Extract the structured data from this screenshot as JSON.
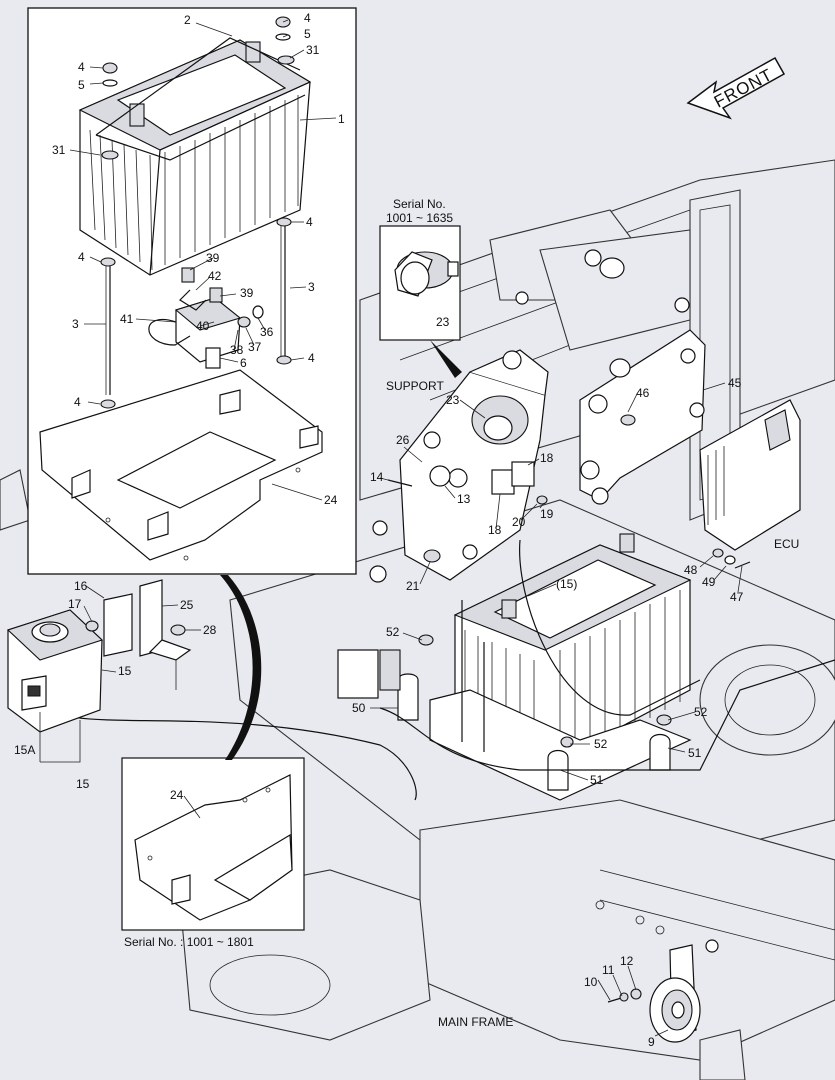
{
  "labels": {
    "front": "FRONT",
    "support": "SUPPORT",
    "ecu": "ECU",
    "main_frame": "MAIN FRAME",
    "serial_note_1": "Serial No.",
    "serial_note_1_range": "1001 ~ 1635",
    "serial_note_2": "Serial No. : 1001 ~ 1801"
  },
  "callouts": [
    {
      "id": "c1",
      "text": "1"
    },
    {
      "id": "c2",
      "text": "2"
    },
    {
      "id": "c3a",
      "text": "3"
    },
    {
      "id": "c3b",
      "text": "3"
    },
    {
      "id": "c4a",
      "text": "4"
    },
    {
      "id": "c4b",
      "text": "4"
    },
    {
      "id": "c4c",
      "text": "4"
    },
    {
      "id": "c4d",
      "text": "4"
    },
    {
      "id": "c4e",
      "text": "4"
    },
    {
      "id": "c4f",
      "text": "4"
    },
    {
      "id": "c5a",
      "text": "5"
    },
    {
      "id": "c5b",
      "text": "5"
    },
    {
      "id": "c31a",
      "text": "31"
    },
    {
      "id": "c31b",
      "text": "31"
    },
    {
      "id": "c39a",
      "text": "39"
    },
    {
      "id": "c39b",
      "text": "39"
    },
    {
      "id": "c42",
      "text": "42"
    },
    {
      "id": "c41",
      "text": "41"
    },
    {
      "id": "c40",
      "text": "40"
    },
    {
      "id": "c36",
      "text": "36"
    },
    {
      "id": "c37",
      "text": "37"
    },
    {
      "id": "c38",
      "text": "38"
    },
    {
      "id": "c6",
      "text": "6"
    },
    {
      "id": "c24a",
      "text": "24"
    },
    {
      "id": "c24b",
      "text": "24"
    },
    {
      "id": "c23a",
      "text": "23"
    },
    {
      "id": "c23b",
      "text": "23"
    },
    {
      "id": "c26",
      "text": "26"
    },
    {
      "id": "c14",
      "text": "14"
    },
    {
      "id": "c13",
      "text": "13"
    },
    {
      "id": "c18a",
      "text": "18"
    },
    {
      "id": "c18b",
      "text": "18"
    },
    {
      "id": "c20",
      "text": "20"
    },
    {
      "id": "c19",
      "text": "19"
    },
    {
      "id": "c21",
      "text": "21"
    },
    {
      "id": "c46",
      "text": "46"
    },
    {
      "id": "c45",
      "text": "45"
    },
    {
      "id": "c48",
      "text": "48"
    },
    {
      "id": "c49",
      "text": "49"
    },
    {
      "id": "c47",
      "text": "47"
    },
    {
      "id": "c15p",
      "text": "(15)"
    },
    {
      "id": "c16",
      "text": "16"
    },
    {
      "id": "c17",
      "text": "17"
    },
    {
      "id": "c25",
      "text": "25"
    },
    {
      "id": "c28",
      "text": "28"
    },
    {
      "id": "c15a",
      "text": "15"
    },
    {
      "id": "c15A",
      "text": "15A"
    },
    {
      "id": "c15b",
      "text": "15"
    },
    {
      "id": "c52a",
      "text": "52"
    },
    {
      "id": "c52b",
      "text": "52"
    },
    {
      "id": "c52c",
      "text": "52"
    },
    {
      "id": "c50",
      "text": "50"
    },
    {
      "id": "c51a",
      "text": "51"
    },
    {
      "id": "c51b",
      "text": "51"
    },
    {
      "id": "c10",
      "text": "10"
    },
    {
      "id": "c11",
      "text": "11"
    },
    {
      "id": "c12",
      "text": "12"
    },
    {
      "id": "c9",
      "text": "9"
    }
  ]
}
